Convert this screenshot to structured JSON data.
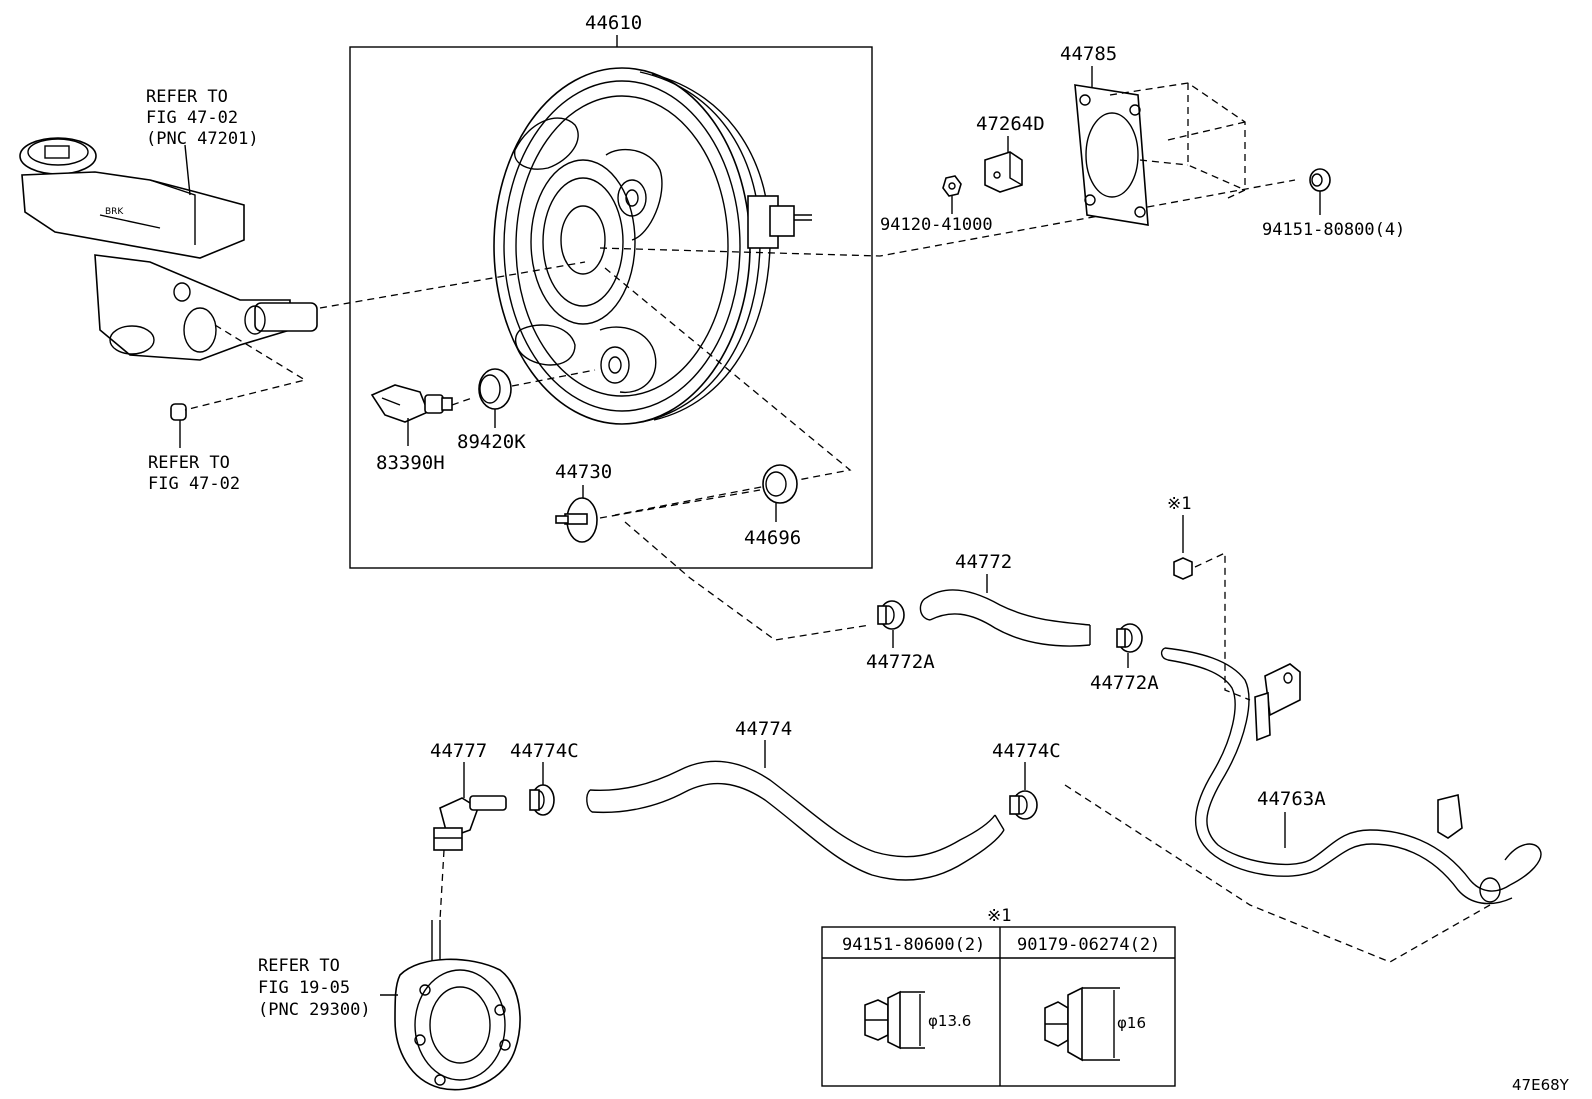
{
  "diagram_code": "47E68Y",
  "colors": {
    "line": "#000000",
    "background": "#ffffff"
  },
  "parts": {
    "booster": "44610",
    "gasket": "44785",
    "bracket": "47264D",
    "nut_a": "94120-41000",
    "nut_b": "94151-80800(4)",
    "sensor": "83390H",
    "grommet_a": "89420K",
    "check_valve": "44730",
    "grommet_b": "44696",
    "hose_a": "44772",
    "clamp_a1": "44772A",
    "clamp_a2": "44772A",
    "hose_b": "44774",
    "clamp_b1": "44774C",
    "clamp_b2": "44774C",
    "union": "44777",
    "tube": "44763A",
    "note_mark": "※1"
  },
  "refs": {
    "master_cyl": [
      "REFER TO",
      "FIG 47-02",
      "(PNC 47201)"
    ],
    "plug": [
      "REFER TO",
      "FIG 47-02"
    ],
    "vacuum_pump": [
      "REFER TO",
      "FIG 19-05",
      "(PNC 29300)"
    ]
  },
  "note_table": {
    "mark": "※1",
    "col1": {
      "part": "94151-80600(2)",
      "dim": "φ13.6"
    },
    "col2": {
      "part": "90179-06274(2)",
      "dim": "φ16"
    }
  }
}
